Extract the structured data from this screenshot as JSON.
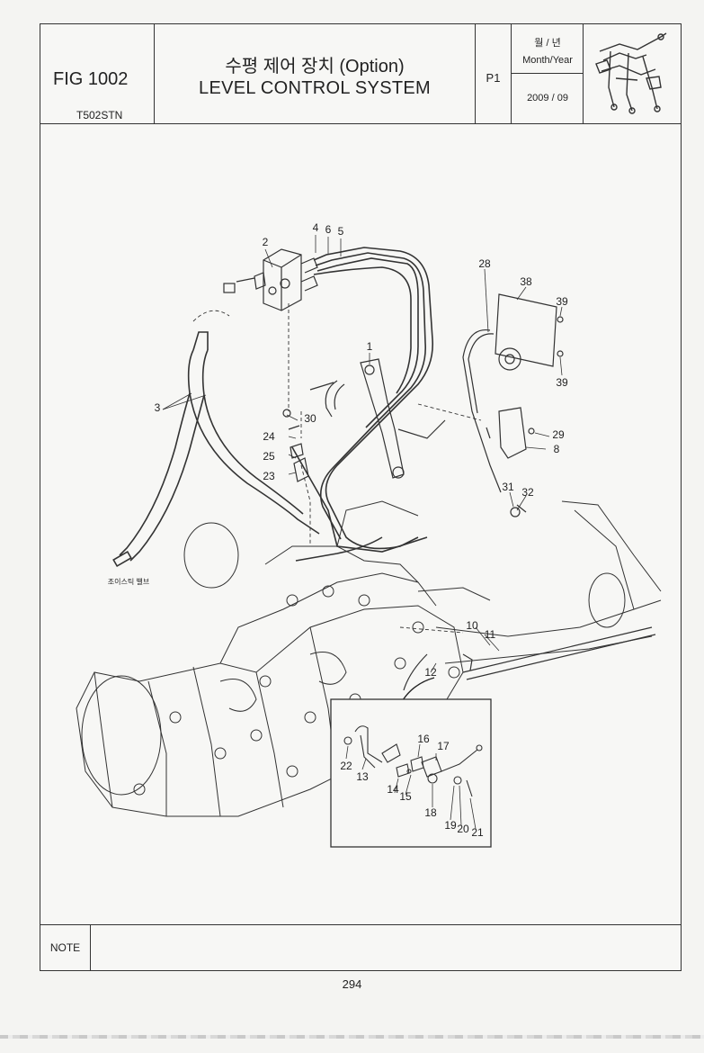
{
  "header": {
    "fig_no": "FIG 1002",
    "model": "T502STN",
    "title_ko": "수평 제어 장치 (Option)",
    "title_en": "LEVEL CONTROL SYSTEM",
    "page": "P1",
    "date_label_ko": "월 / 년",
    "date_label_en": "Month/Year",
    "date_value": "2009 / 09",
    "thumbnail_icon": "tractor-linkage-thumbnail"
  },
  "callouts": {
    "c1": "1",
    "c2": "2",
    "c3": "3",
    "c4": "4",
    "c5": "5",
    "c6": "6",
    "c8": "8",
    "c10": "10",
    "c11": "11",
    "c12": "12",
    "c13": "13",
    "c14": "14",
    "c15": "15",
    "c16": "16",
    "c17": "17",
    "c18": "18",
    "c19": "19",
    "c20": "20",
    "c21": "21",
    "c22": "22",
    "c23": "23",
    "c24": "24",
    "c25": "25",
    "c28": "28",
    "c29": "29",
    "c30": "30",
    "c31": "31",
    "c32": "32",
    "c38": "38",
    "c39a": "39",
    "c39b": "39"
  },
  "annotation_ko": "조이스틱 밸브",
  "note_label": "NOTE",
  "page_number": "294",
  "colors": {
    "line": "#333333",
    "paper": "#f7f7f5"
  }
}
